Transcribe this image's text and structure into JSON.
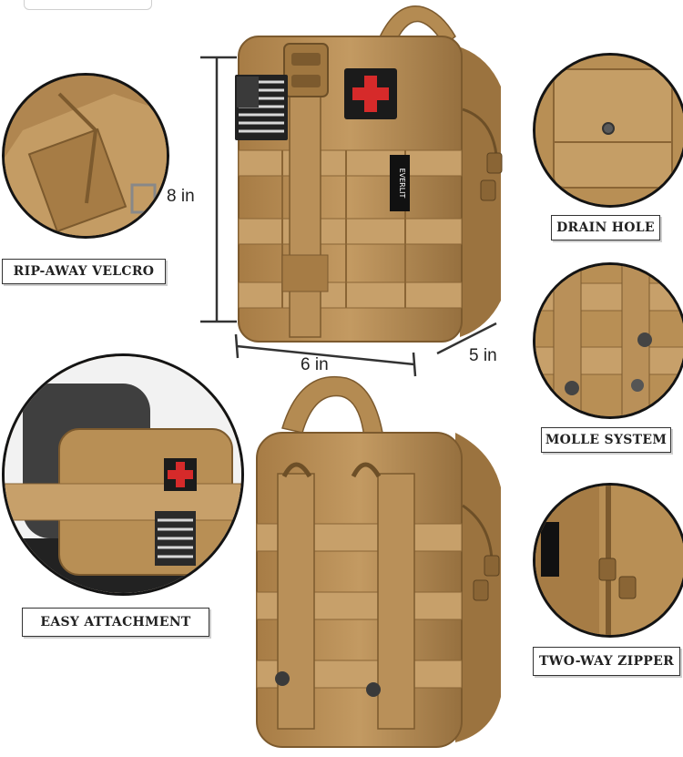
{
  "labels": {
    "rip_away": "RIP-AWAY VELCRO",
    "drain": "DRAIN HOLE",
    "molle": "MOLLE SYSTEM",
    "easy": "EASY ATTACHMENT",
    "zipper": "TWO-WAY ZIPPER"
  },
  "dimensions": {
    "height": "8 in",
    "width": "6 in",
    "depth": "5 in"
  },
  "brand": "EVERLIT",
  "colors": {
    "coyote": "#b88f55",
    "coyote_dark": "#8a6535",
    "coyote_light": "#cba470",
    "cross_red": "#d62a2a",
    "border": "#141414"
  },
  "icons": [
    "american-flag-patch",
    "red-cross-patch",
    "buckle",
    "zipper-pull"
  ]
}
